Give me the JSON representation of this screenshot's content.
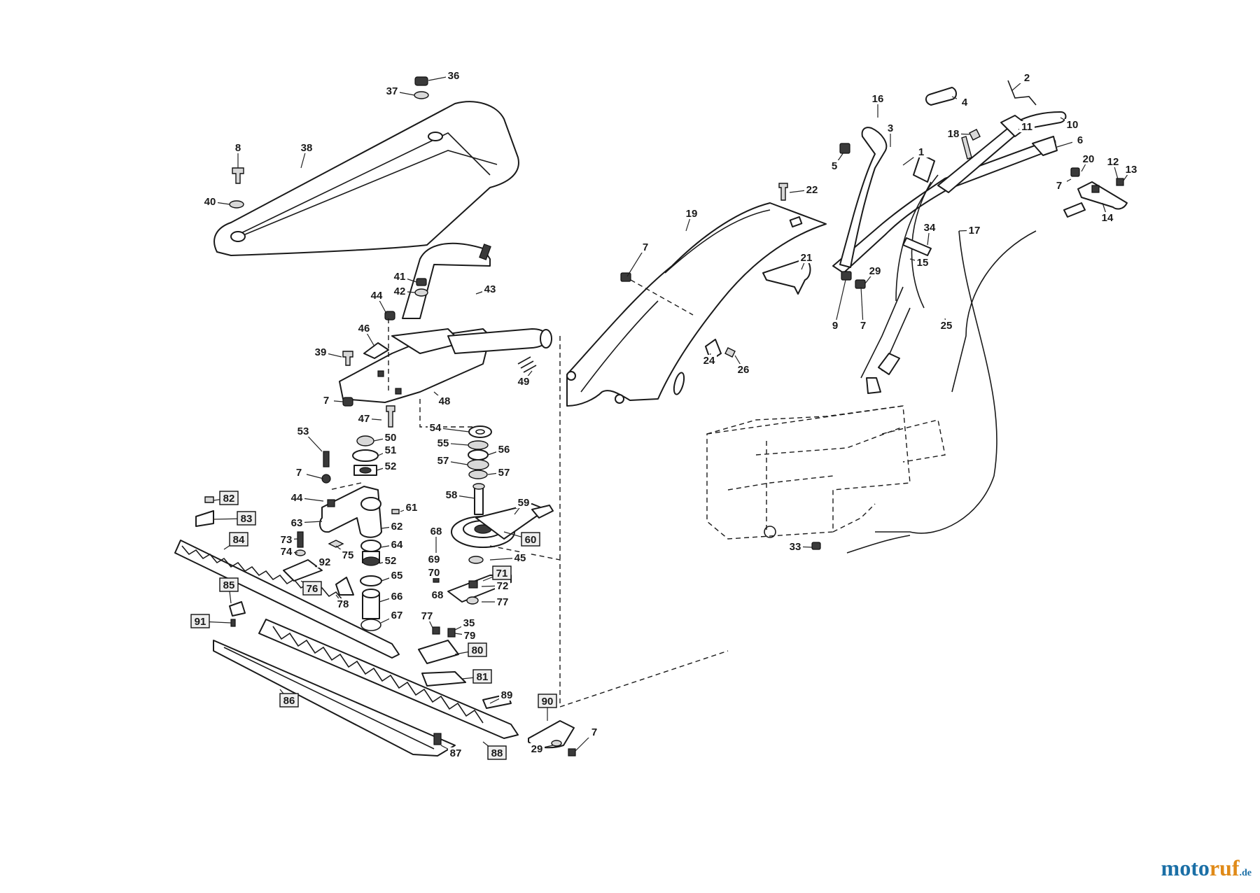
{
  "diagram": {
    "labels": [
      {
        "id": "l1",
        "text": "1"
      },
      {
        "id": "l2",
        "text": "2"
      },
      {
        "id": "l3",
        "text": "3"
      },
      {
        "id": "l4",
        "text": "4"
      },
      {
        "id": "l5",
        "text": "5"
      },
      {
        "id": "l6",
        "text": "6"
      },
      {
        "id": "l7a",
        "text": "7"
      },
      {
        "id": "l7b",
        "text": "7"
      },
      {
        "id": "l7c",
        "text": "7"
      },
      {
        "id": "l7d",
        "text": "7"
      },
      {
        "id": "l7e",
        "text": "7"
      },
      {
        "id": "l7f",
        "text": "7"
      },
      {
        "id": "l8",
        "text": "8"
      },
      {
        "id": "l9",
        "text": "9"
      },
      {
        "id": "l10",
        "text": "10"
      },
      {
        "id": "l11",
        "text": "11"
      },
      {
        "id": "l12",
        "text": "12"
      },
      {
        "id": "l13",
        "text": "13"
      },
      {
        "id": "l14",
        "text": "14"
      },
      {
        "id": "l15",
        "text": "15"
      },
      {
        "id": "l16",
        "text": "16"
      },
      {
        "id": "l17",
        "text": "17"
      },
      {
        "id": "l18",
        "text": "18"
      },
      {
        "id": "l19",
        "text": "19"
      },
      {
        "id": "l20",
        "text": "20"
      },
      {
        "id": "l21",
        "text": "21"
      },
      {
        "id": "l22",
        "text": "22"
      },
      {
        "id": "l24",
        "text": "24"
      },
      {
        "id": "l25",
        "text": "25"
      },
      {
        "id": "l26",
        "text": "26"
      },
      {
        "id": "l29a",
        "text": "29"
      },
      {
        "id": "l29b",
        "text": "29"
      },
      {
        "id": "l33",
        "text": "33"
      },
      {
        "id": "l34",
        "text": "34"
      },
      {
        "id": "l35",
        "text": "35"
      },
      {
        "id": "l36",
        "text": "36"
      },
      {
        "id": "l37",
        "text": "37"
      },
      {
        "id": "l38",
        "text": "38"
      },
      {
        "id": "l39",
        "text": "39"
      },
      {
        "id": "l40",
        "text": "40"
      },
      {
        "id": "l41",
        "text": "41"
      },
      {
        "id": "l42",
        "text": "42"
      },
      {
        "id": "l43",
        "text": "43"
      },
      {
        "id": "l44a",
        "text": "44"
      },
      {
        "id": "l44b",
        "text": "44"
      },
      {
        "id": "l45",
        "text": "45"
      },
      {
        "id": "l46",
        "text": "46"
      },
      {
        "id": "l47",
        "text": "47"
      },
      {
        "id": "l48",
        "text": "48"
      },
      {
        "id": "l49",
        "text": "49"
      },
      {
        "id": "l50",
        "text": "50"
      },
      {
        "id": "l51",
        "text": "51"
      },
      {
        "id": "l52a",
        "text": "52"
      },
      {
        "id": "l52b",
        "text": "52"
      },
      {
        "id": "l53",
        "text": "53"
      },
      {
        "id": "l54",
        "text": "54"
      },
      {
        "id": "l55",
        "text": "55"
      },
      {
        "id": "l56",
        "text": "56"
      },
      {
        "id": "l57a",
        "text": "57"
      },
      {
        "id": "l57b",
        "text": "57"
      },
      {
        "id": "l58",
        "text": "58"
      },
      {
        "id": "l59",
        "text": "59"
      },
      {
        "id": "l61",
        "text": "61"
      },
      {
        "id": "l62",
        "text": "62"
      },
      {
        "id": "l63",
        "text": "63"
      },
      {
        "id": "l64",
        "text": "64"
      },
      {
        "id": "l65",
        "text": "65"
      },
      {
        "id": "l66",
        "text": "66"
      },
      {
        "id": "l67",
        "text": "67"
      },
      {
        "id": "l68a",
        "text": "68"
      },
      {
        "id": "l68b",
        "text": "68"
      },
      {
        "id": "l69",
        "text": "69"
      },
      {
        "id": "l70",
        "text": "70"
      },
      {
        "id": "l72",
        "text": "72"
      },
      {
        "id": "l73",
        "text": "73"
      },
      {
        "id": "l74",
        "text": "74"
      },
      {
        "id": "l75",
        "text": "75"
      },
      {
        "id": "l77a",
        "text": "77"
      },
      {
        "id": "l77b",
        "text": "77"
      },
      {
        "id": "l78",
        "text": "78"
      },
      {
        "id": "l79",
        "text": "79"
      },
      {
        "id": "l87",
        "text": "87"
      },
      {
        "id": "l89",
        "text": "89"
      },
      {
        "id": "l92",
        "text": "92"
      }
    ],
    "boxed_labels": [
      {
        "id": "b60",
        "text": "60"
      },
      {
        "id": "b71",
        "text": "71"
      },
      {
        "id": "b76",
        "text": "76"
      },
      {
        "id": "b80",
        "text": "80"
      },
      {
        "id": "b81",
        "text": "81"
      },
      {
        "id": "b82",
        "text": "82"
      },
      {
        "id": "b83",
        "text": "83"
      },
      {
        "id": "b84",
        "text": "84"
      },
      {
        "id": "b85",
        "text": "85"
      },
      {
        "id": "b86",
        "text": "86"
      },
      {
        "id": "b88",
        "text": "88"
      },
      {
        "id": "b90",
        "text": "90"
      },
      {
        "id": "b91",
        "text": "91"
      }
    ]
  },
  "brand": {
    "part1": "moto",
    "part2": "ruf",
    "part3": ".de"
  }
}
